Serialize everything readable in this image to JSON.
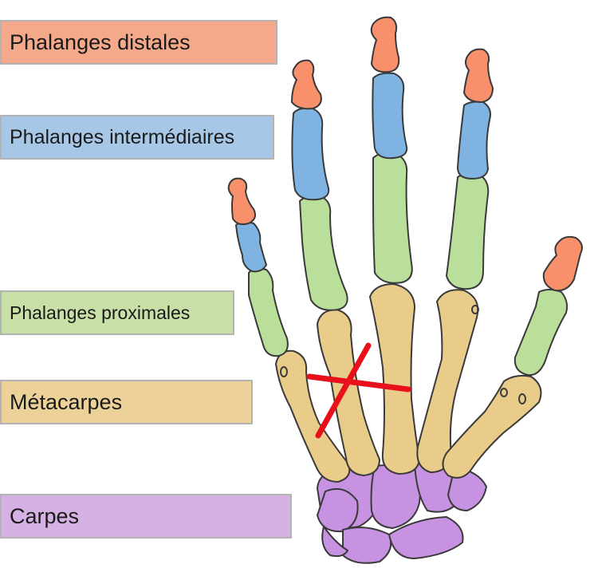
{
  "labels": {
    "distal": "Phalanges distales",
    "intermediate": "Phalanges intermédiaires",
    "proximal": "Phalanges proximales",
    "metacarpal": "Métacarpes",
    "carpal": "Carpes"
  },
  "colors": {
    "distal": "#f4a98a",
    "intermediate": "#a6c8e6",
    "proximal": "#c8e0a8",
    "metacarpal": "#ecd298",
    "carpal": "#d5b2e3",
    "distal_bone": "#f8906c",
    "intermediate_bone": "#7fb3e1",
    "proximal_bone": "#b9df9a",
    "metacarpal_bone": "#e9cb8a",
    "carpal_bone": "#c892e2",
    "outline": "#3a3a3a",
    "cross": "#e8101a"
  },
  "annotation": {
    "cross_mark": "fracture-cross"
  }
}
